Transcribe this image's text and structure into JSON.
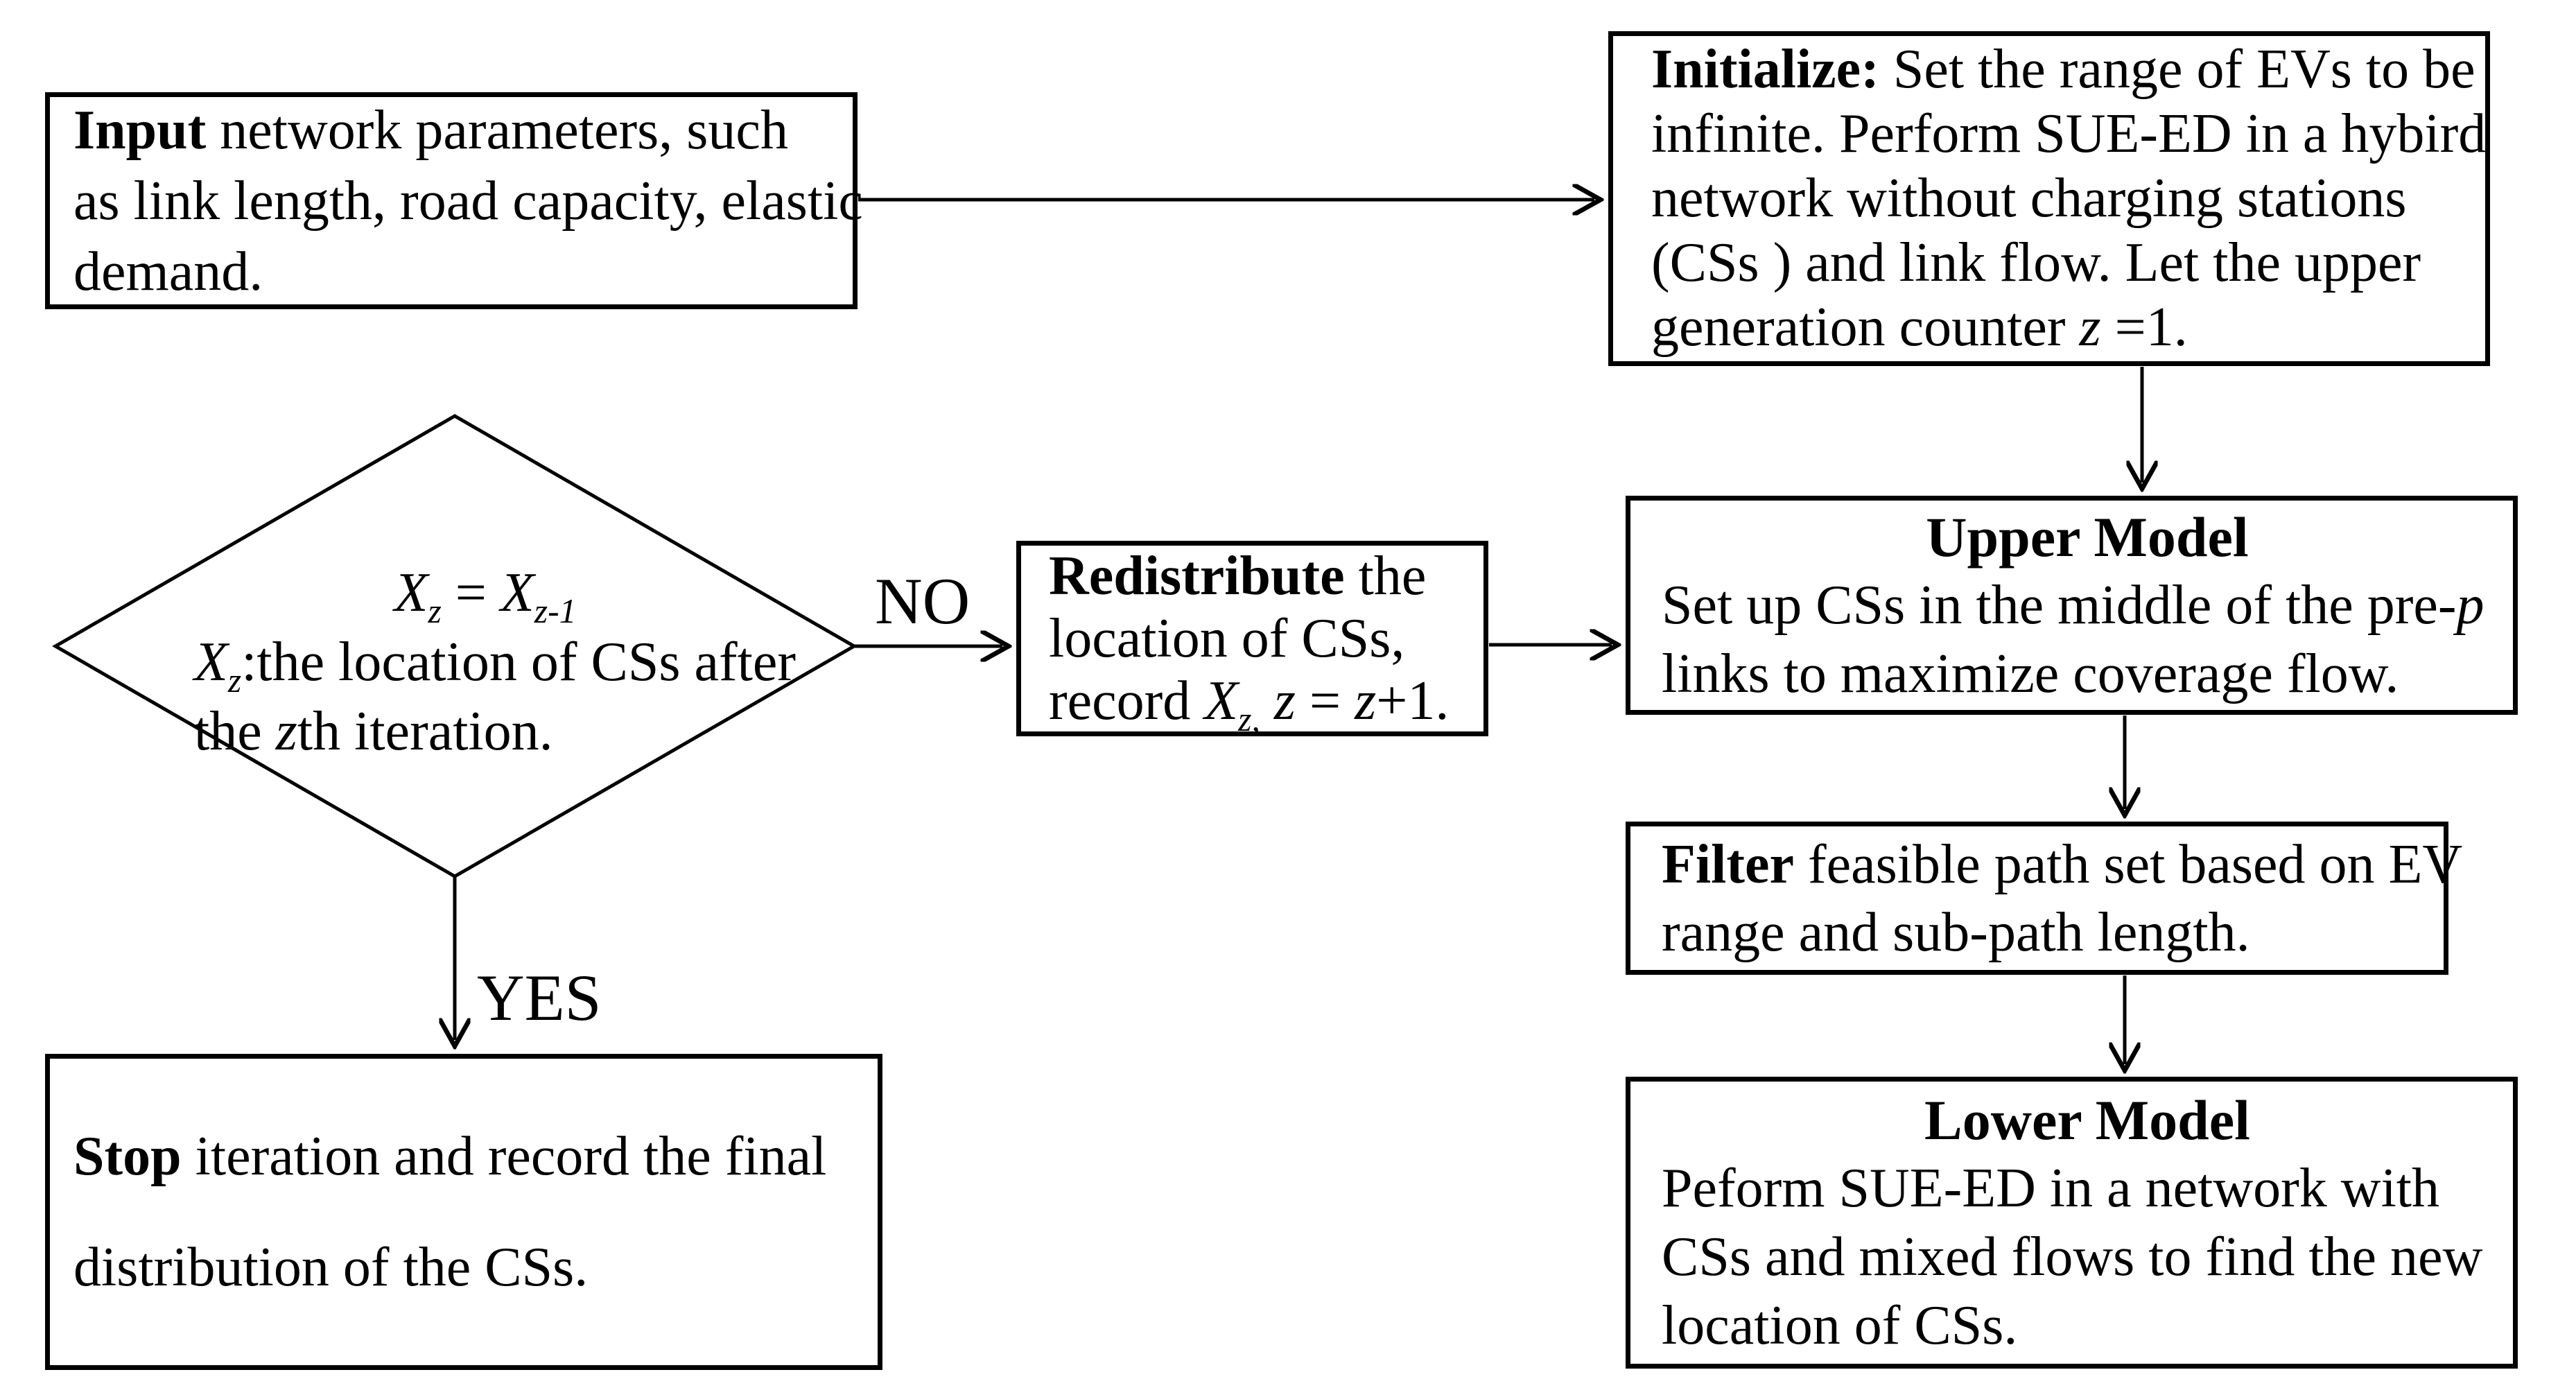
{
  "figure": {
    "labels": {
      "no": "NO",
      "yes": "YES"
    },
    "nodes": {
      "input": {
        "lines": [
          [
            {
              "t": "Input",
              "b": 1
            },
            {
              "t": " network parameters, such"
            }
          ],
          [
            {
              "t": "as link length, road capacity, elastic"
            }
          ],
          [
            {
              "t": "demand."
            }
          ]
        ]
      },
      "initialize": {
        "lines": [
          [
            {
              "t": "Initialize:",
              "b": 1
            },
            {
              "t": " Set the range of EVs to be"
            }
          ],
          [
            {
              "t": "infinite. Perform SUE-ED in a hybird"
            }
          ],
          [
            {
              "t": "network without charging stations"
            }
          ],
          [
            {
              "t": "(CSs ) and link flow. Let the upper"
            }
          ],
          [
            {
              "t": "generation counter "
            },
            {
              "t": "z",
              "i": 1
            },
            {
              "t": " =1."
            }
          ]
        ]
      },
      "decision": {
        "lines": [
          [
            {
              "t": "X",
              "i": 1
            },
            {
              "t": "z",
              "i": 1,
              "sub": 1
            },
            {
              "t": " = "
            },
            {
              "t": "X",
              "i": 1
            },
            {
              "t": "z-1",
              "i": 1,
              "sub": 1
            }
          ],
          [
            {
              "t": "X",
              "i": 1
            },
            {
              "t": "z",
              "i": 1,
              "sub": 1
            },
            {
              "t": ":the location of CSs after"
            }
          ],
          [
            {
              "t": "the "
            },
            {
              "t": "z",
              "i": 1
            },
            {
              "t": "th iteration."
            }
          ]
        ]
      },
      "redistribute": {
        "lines": [
          [
            {
              "t": "Redistribute",
              "b": 1
            },
            {
              "t": " the"
            }
          ],
          [
            {
              "t": "location of CSs,"
            }
          ],
          [
            {
              "t": "record "
            },
            {
              "t": "X",
              "i": 1
            },
            {
              "t": "z,",
              "i": 1,
              "sub": 1
            },
            {
              "t": " "
            },
            {
              "t": "z",
              "i": 1
            },
            {
              "t": " = "
            },
            {
              "t": "z",
              "i": 1
            },
            {
              "t": "+1."
            }
          ]
        ]
      },
      "upper": {
        "title": "Upper Model",
        "lines": [
          [
            {
              "t": "Set up CSs in the middle of the pre-"
            },
            {
              "t": "p",
              "i": 1
            }
          ],
          [
            {
              "t": "links to maximize coverage flow."
            }
          ]
        ]
      },
      "filter": {
        "lines": [
          [
            {
              "t": "Filter",
              "b": 1
            },
            {
              "t": " feasible path set based on EV"
            }
          ],
          [
            {
              "t": "range and sub-path length."
            }
          ]
        ]
      },
      "lower": {
        "title": "Lower Model",
        "lines": [
          [
            {
              "t": "Peform SUE-ED in a network with"
            }
          ],
          [
            {
              "t": "CSs and mixed flows to find the new"
            }
          ],
          [
            {
              "t": "location of CSs."
            }
          ]
        ]
      },
      "stop": {
        "lines": [
          [
            {
              "t": "Stop",
              "b": 1
            },
            {
              "t": " iteration and record the final"
            }
          ],
          [
            {
              "t": "distribution of the CSs."
            }
          ]
        ]
      }
    }
  }
}
